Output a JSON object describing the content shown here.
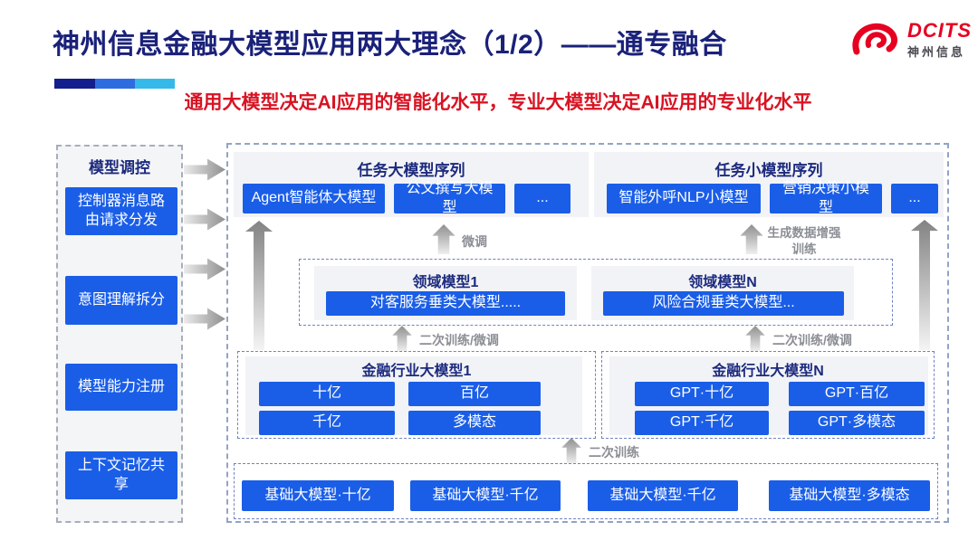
{
  "header": {
    "title": "神州信息金融大模型应用两大理念（1/2）——通专融合",
    "subtitle": "通用大模型决定AI应用的智能化水平，专业大模型决定AI应用的专业化水平",
    "logo_brand": "DCITS",
    "logo_brand_cn": "神州信息"
  },
  "sidebar": {
    "title": "模型调控",
    "items": [
      "控制器消息路由请求分发",
      "意图理解拆分",
      "模型能力注册",
      "上下文记忆共享"
    ]
  },
  "main": {
    "task_large": {
      "title": "任务大模型序列",
      "items": [
        "Agent智能体大模型",
        "公文撰写大模型",
        "..."
      ]
    },
    "task_small": {
      "title": "任务小模型序列",
      "items": [
        "智能外呼NLP小模型",
        "营销决策小模型",
        "..."
      ]
    },
    "domain": {
      "groups": [
        {
          "title": "领域模型1",
          "item": "对客服务垂类大模型....."
        },
        {
          "title": "领域模型N",
          "item": "风险合规垂类大模型..."
        }
      ]
    },
    "industry": {
      "groups": [
        {
          "title": "金融行业大模型1",
          "items": [
            "十亿",
            "百亿",
            "千亿",
            "多模态"
          ]
        },
        {
          "title": "金融行业大模型N",
          "items": [
            "GPT·十亿",
            "GPT·百亿",
            "GPT·千亿",
            "GPT·多模态"
          ]
        }
      ]
    },
    "base_models": {
      "items": [
        "基础大模型·十亿",
        "基础大模型·千亿",
        "基础大模型·千亿",
        "基础大模型·多模态"
      ]
    },
    "flow_labels": {
      "fine_tune": "微调",
      "gen_data_training": "生成数据增强训练",
      "secondary_training_finetune_left": "二次训练/微调",
      "secondary_training_finetune_right": "二次训练/微调",
      "secondary_training": "二次训练"
    }
  },
  "colors": {
    "accent_blue": "#1a5ee8",
    "title_navy": "#1a2179",
    "subtitle_red": "#d81323",
    "brand_red": "#e60021",
    "flow_label_gray": "#8b8e94"
  }
}
